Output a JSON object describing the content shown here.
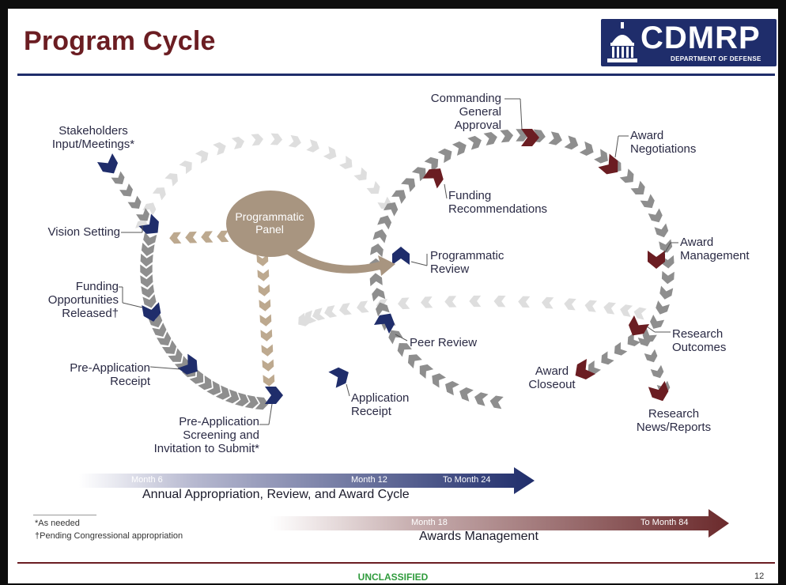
{
  "slide": {
    "title": "Program Cycle",
    "logo": {
      "name": "CDMRP",
      "subtitle": "DEPARTMENT OF DEFENSE",
      "icon": "capitol-dome-icon"
    },
    "classification": "UNCLASSIFIED",
    "page_number": "12"
  },
  "center": {
    "label": "Programmatic\nPanel"
  },
  "steps": {
    "stakeholders": "Stakeholders\nInput/Meetings*",
    "vision": "Vision Setting",
    "funding_opps": "Funding\nOpportunities\nReleased†",
    "preapp_receipt": "Pre-Application\nReceipt",
    "preapp_screening": "Pre-Application\nScreening and\nInvitation to Submit*",
    "app_receipt": "Application\nReceipt",
    "peer_review": "Peer Review",
    "prog_review": "Programmatic\nReview",
    "funding_recs": "Funding\nRecommendations",
    "cg_approval": "Commanding\nGeneral\nApproval",
    "award_neg": "Award\nNegotiations",
    "award_mgmt": "Award\nManagement",
    "research_outcomes": "Research\nOutcomes",
    "award_closeout": "Award\nCloseout",
    "research_news": "Research\nNews/Reports"
  },
  "timeline1": {
    "label": "Annual Appropriation, Review, and Award Cycle",
    "ticks": [
      "Month 6",
      "Month 12",
      "To Month 24"
    ],
    "color": "#1f2d6b"
  },
  "timeline2": {
    "label": "Awards Management",
    "ticks": [
      "Month 18",
      "To Month 84"
    ],
    "color": "#6b2a2c"
  },
  "footnotes": {
    "as_needed": "*As needed",
    "pending": "†Pending Congressional appropriation"
  },
  "colors": {
    "navy": "#1f2d6b",
    "maroon": "#6b1d22",
    "chevron_gray": "#8e8e8e",
    "chevron_light": "#dedede",
    "panel_tan": "#a89580"
  }
}
